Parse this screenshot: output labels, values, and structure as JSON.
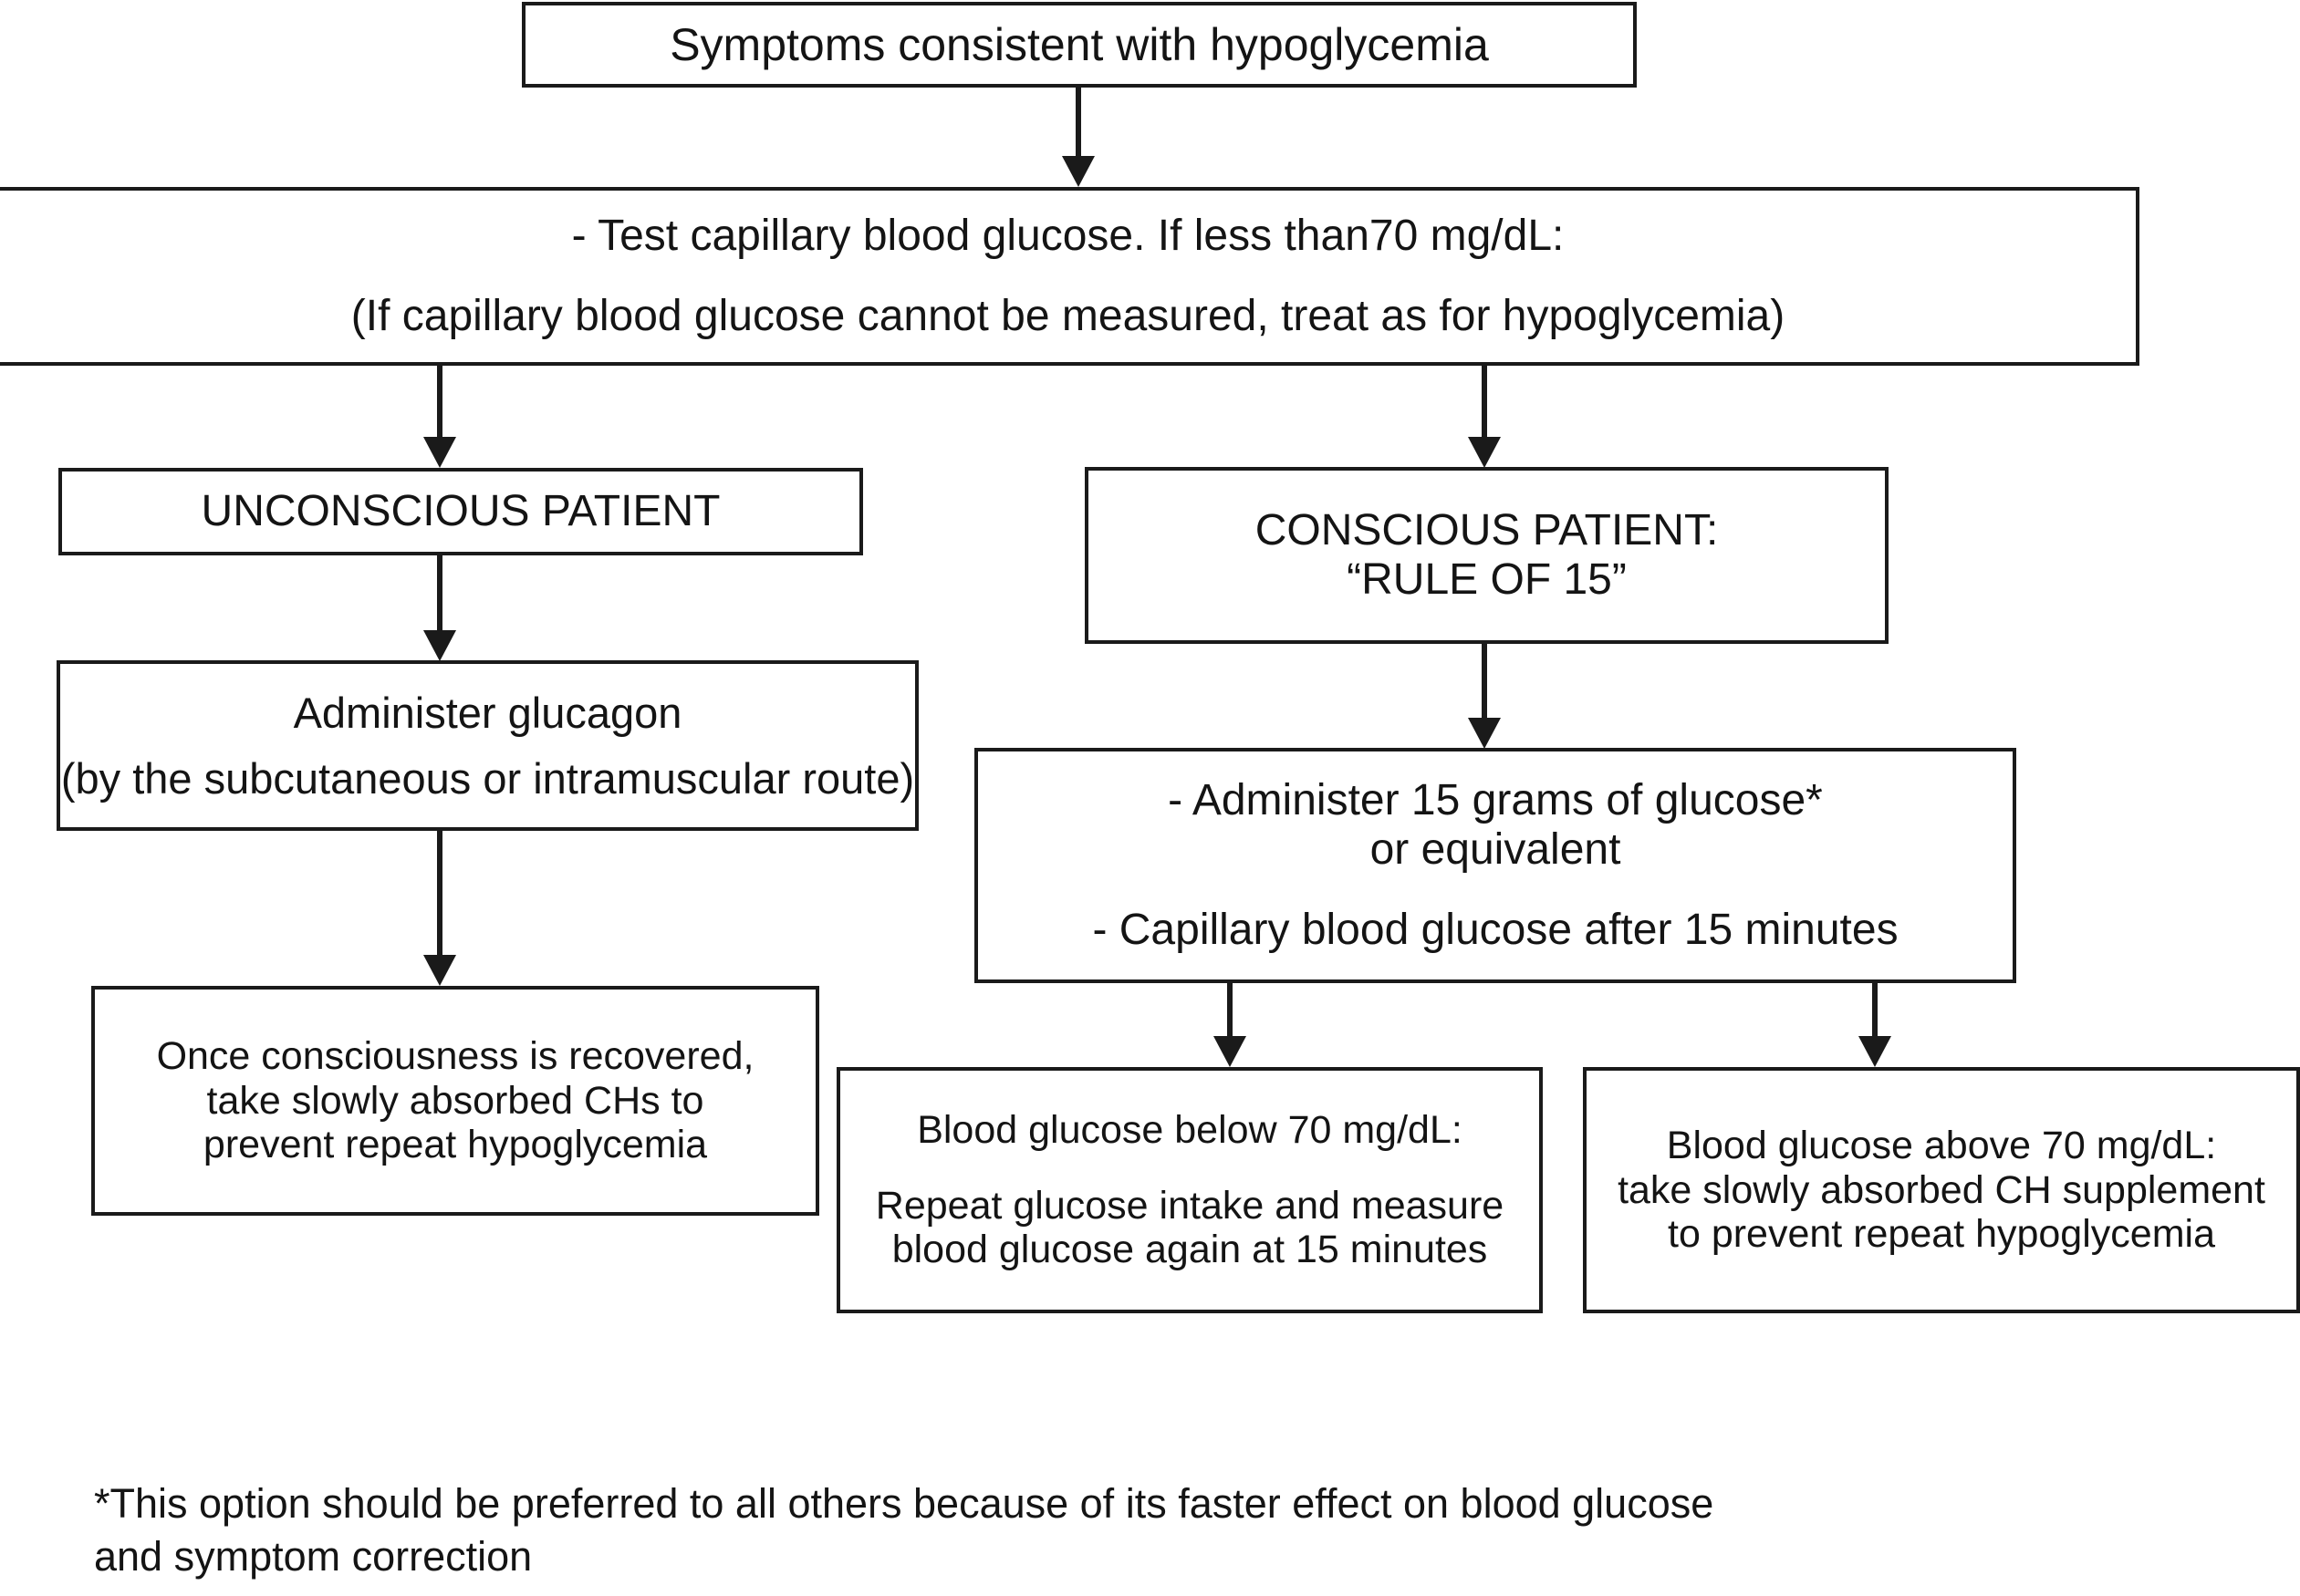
{
  "diagram": {
    "title_node": {
      "id": "symptoms",
      "lines": [
        "Symptoms consistent with hypoglycemia"
      ]
    },
    "nodes": [
      {
        "id": "test-capillary-glucose",
        "lines": [
          "- Test capillary blood glucose. If less than70 mg/dL:",
          "(If capillary blood glucose cannot be measured, treat as for hypoglycemia)"
        ]
      },
      {
        "id": "unconscious-patient",
        "lines": [
          "UNCONSCIOUS PATIENT"
        ]
      },
      {
        "id": "conscious-patient",
        "lines": [
          "CONSCIOUS PATIENT:",
          "“RULE OF 15”"
        ]
      },
      {
        "id": "administer-glucagon",
        "lines": [
          "Administer glucagon",
          "(by the subcutaneous or intramuscular route)"
        ]
      },
      {
        "id": "administer-glucose",
        "lines": [
          "- Administer 15 grams of glucose*",
          "or equivalent",
          "- Capillary blood glucose after 15 minutes"
        ]
      },
      {
        "id": "recovered-consciousness",
        "lines": [
          "Once consciousness is recovered,",
          "take slowly absorbed CHs to",
          "prevent repeat hypoglycemia"
        ]
      },
      {
        "id": "glucose-below-70",
        "lines": [
          "Blood glucose below 70 mg/dL:",
          "Repeat glucose intake and measure",
          "blood glucose again at 15 minutes"
        ]
      },
      {
        "id": "glucose-above-70",
        "lines": [
          "Blood glucose above 70 mg/dL:",
          "take slowly absorbed CH supplement",
          "to prevent repeat hypoglycemia"
        ]
      }
    ],
    "connectors": [
      {
        "id": "symptoms-to-test"
      },
      {
        "id": "test-to-unconscious"
      },
      {
        "id": "test-to-conscious"
      },
      {
        "id": "unconscious-to-glucagon"
      },
      {
        "id": "conscious-to-glucose"
      },
      {
        "id": "glucagon-to-recovered"
      },
      {
        "id": "glucose-to-below70"
      },
      {
        "id": "glucose-to-above70"
      }
    ],
    "footnote": "*This option should be preferred to all others because of its faster effect on blood glucose\nand symptom correction",
    "colors": {
      "stroke": "#1a1a1a",
      "text": "#141414",
      "background": "#ffffff"
    }
  }
}
